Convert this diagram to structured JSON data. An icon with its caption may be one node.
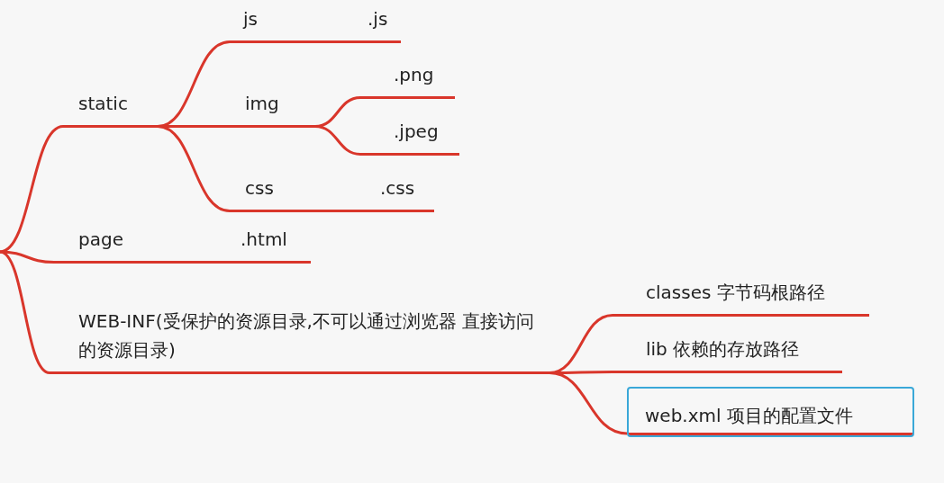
{
  "diagram": {
    "nodes": [
      {
        "text": [
          "static"
        ]
      },
      {
        "text": [
          "js"
        ]
      },
      {
        "text": [
          ".js"
        ]
      },
      {
        "text": [
          "img"
        ]
      },
      {
        "text": [
          ".png"
        ]
      },
      {
        "text": [
          ".jpeg"
        ]
      },
      {
        "text": [
          "css"
        ]
      },
      {
        "text": [
          ".css"
        ]
      },
      {
        "text": [
          "page"
        ]
      },
      {
        "text": [
          ".html"
        ]
      },
      {
        "text": [
          "WEB-INF(受保护的资源目录,不可以通过浏览器 直接访问的资源目录)"
        ]
      },
      {
        "text": [
          "classes 字节码根路径"
        ]
      },
      {
        "text": [
          "lib 依赖的存放路径"
        ]
      },
      {
        "text": [
          "web.xml 项目的配置文件"
        ]
      }
    ],
    "edges": [
      {
        "from": null,
        "to": 0,
        "arrow": "none"
      },
      {
        "from": null,
        "to": 8,
        "arrow": "none"
      },
      {
        "from": null,
        "to": 10,
        "arrow": "none"
      },
      {
        "from": 0,
        "to": 1,
        "arrow": "none"
      },
      {
        "from": 0,
        "to": 3,
        "arrow": "none"
      },
      {
        "from": 0,
        "to": 6,
        "arrow": "none"
      },
      {
        "from": 1,
        "to": 2,
        "arrow": "none"
      },
      {
        "from": 3,
        "to": 4,
        "arrow": "none"
      },
      {
        "from": 3,
        "to": 5,
        "arrow": "none"
      },
      {
        "from": 6,
        "to": 7,
        "arrow": "none"
      },
      {
        "from": 8,
        "to": 9,
        "arrow": "none"
      },
      {
        "from": 10,
        "to": 11,
        "arrow": "none"
      },
      {
        "from": 10,
        "to": 12,
        "arrow": "none"
      },
      {
        "from": 10,
        "to": 13,
        "arrow": "none"
      }
    ]
  }
}
